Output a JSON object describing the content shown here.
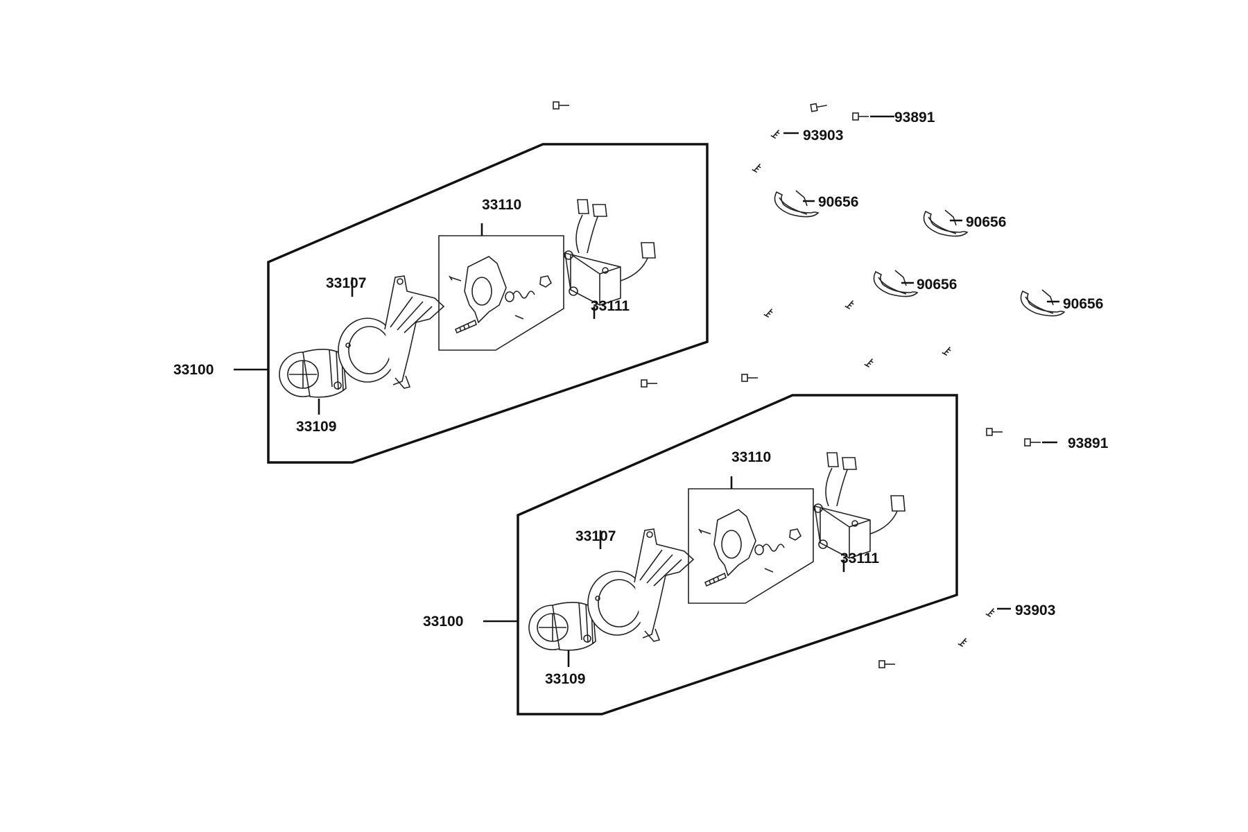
{
  "groups": [
    {
      "assembly": "33100",
      "housing": "33107",
      "lamp": "33109",
      "adjuster_kit": "33110",
      "harness_box": "33111"
    },
    {
      "assembly": "33100",
      "housing": "33107",
      "lamp": "33109",
      "adjuster_kit": "33110",
      "harness_box": "33111"
    }
  ],
  "hardware": {
    "bolt_top": "93891",
    "screw_top": "93903",
    "bolt_right": "93891",
    "screw_right": "93903",
    "clamps": [
      "90656",
      "90656",
      "90656",
      "90656"
    ]
  }
}
